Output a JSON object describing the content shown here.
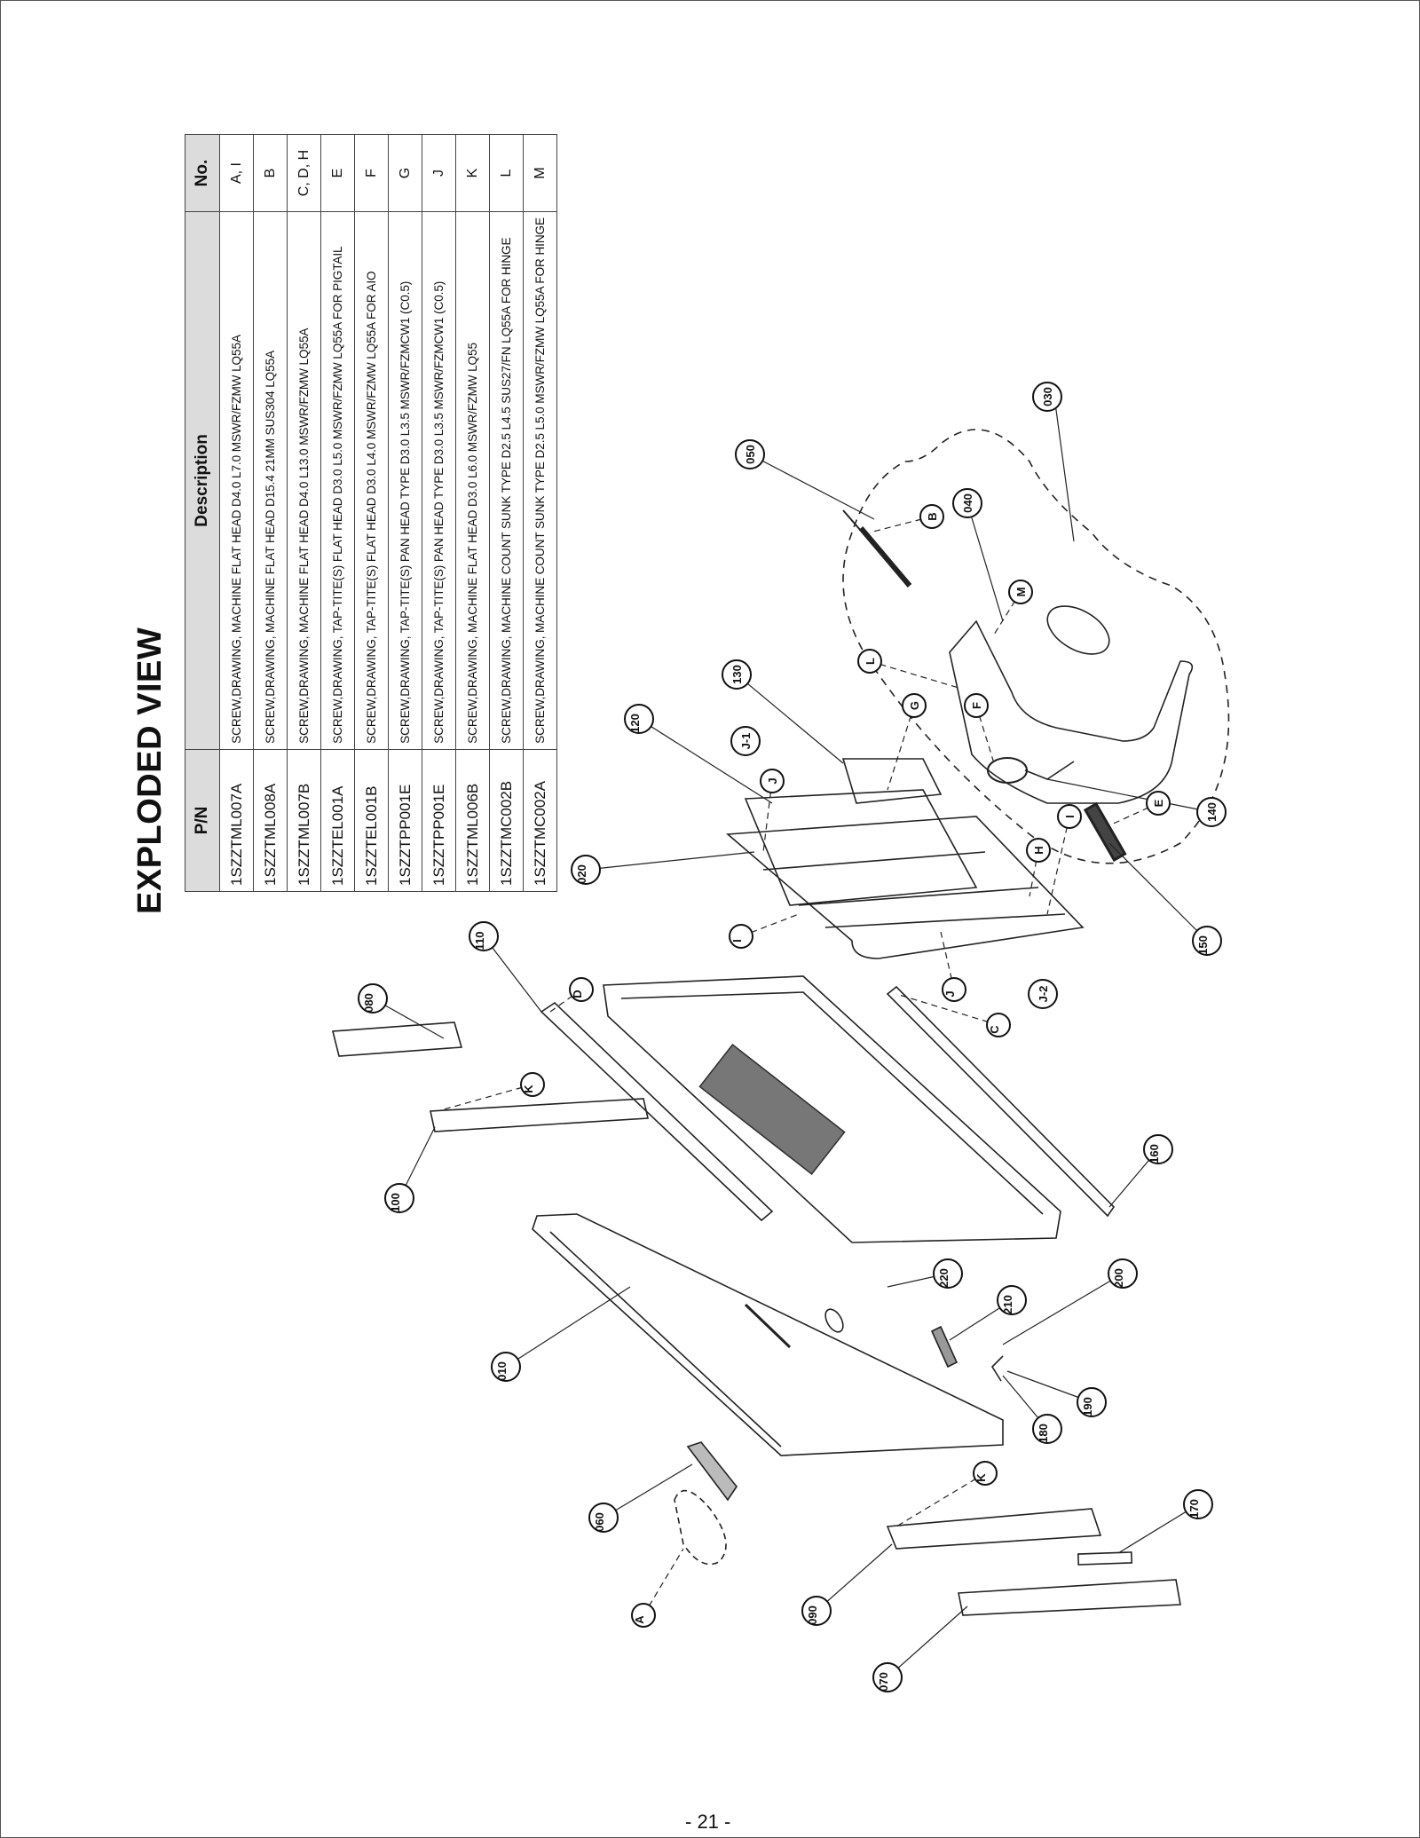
{
  "title": "EXPLODED VIEW",
  "table": {
    "headers": {
      "pn": "P/N",
      "description": "Description",
      "no": "No."
    },
    "rows": [
      {
        "pn": "1SZZTML007A",
        "description": "SCREW,DRAWING, MACHINE FLAT HEAD D4.0 L7.0 MSWR/FZMW LQ55A",
        "no": "A, I"
      },
      {
        "pn": "1SZZTML008A",
        "description": "SCREW,DRAWING, MACHINE FLAT HEAD D15.4 21MM SUS304 LQ55A",
        "no": "B"
      },
      {
        "pn": "1SZZTML007B",
        "description": "SCREW,DRAWING, MACHINE FLAT HEAD D4.0 L13.0 MSWR/FZMW LQ55A",
        "no": "C, D, H"
      },
      {
        "pn": "1SZZTEL001A",
        "description": "SCREW,DRAWING, TAP-TITE(S) FLAT HEAD D3.0 L5.0 MSWR/FZMW LQ55A FOR PIGTAIL",
        "no": "E"
      },
      {
        "pn": "1SZZTEL001B",
        "description": "SCREW,DRAWING, TAP-TITE(S) FLAT HEAD D3.0 L4.0 MSWR/FZMW LQ55A FOR AIO",
        "no": "F"
      },
      {
        "pn": "1SZZTPP001E",
        "description": "SCREW,DRAWING, TAP-TITE(S) PAN HEAD TYPE D3.0 L3.5 MSWR/FZMCW1 (C0.5)",
        "no": "G"
      },
      {
        "pn": "1SZZTPP001E",
        "description": "SCREW,DRAWING, TAP-TITE(S) PAN HEAD TYPE D3.0 L3.5 MSWR/FZMCW1 (C0.5)",
        "no": "J"
      },
      {
        "pn": "1SZZTML006B",
        "description": "SCREW,DRAWING, MACHINE FLAT HEAD D3.0 L6.0 MSWR/FZMW LQ55",
        "no": "K"
      },
      {
        "pn": "1SZZTMC002B",
        "description": "SCREW,DRAWING, MACHINE COUNT SUNK TYPE D2.5 L4.5 SUS27/FN LQ55A FOR HINGE",
        "no": "L"
      },
      {
        "pn": "1SZZTMC002A",
        "description": "SCREW,DRAWING, MACHINE COUNT SUNK TYPE D2.5 L5.0 MSWR/FZMW LQ55A FOR HINGE",
        "no": "M"
      }
    ]
  },
  "callouts": {
    "c010": "010",
    "c020": "020",
    "c030": "030",
    "c040": "040",
    "c050": "050",
    "c060": "060",
    "c070": "070",
    "c080": "080",
    "c090": "090",
    "c100": "100",
    "c110": "110",
    "c120": "120",
    "c130": "130",
    "c140": "140",
    "c150": "150",
    "c160": "160",
    "c170": "170",
    "c180": "180",
    "c190": "190",
    "c200": "200",
    "c210": "210",
    "c220": "220",
    "A": "A",
    "B": "B",
    "C": "C",
    "D": "D",
    "E": "E",
    "F": "F",
    "G": "G",
    "H": "H",
    "I1": "I",
    "I2": "I",
    "J1": "J",
    "J2": "J",
    "K1": "K",
    "K2": "K",
    "L": "L",
    "M": "M",
    "Jm1": "J-1",
    "Jm2": "J-2"
  },
  "page_number": "- 21 -"
}
